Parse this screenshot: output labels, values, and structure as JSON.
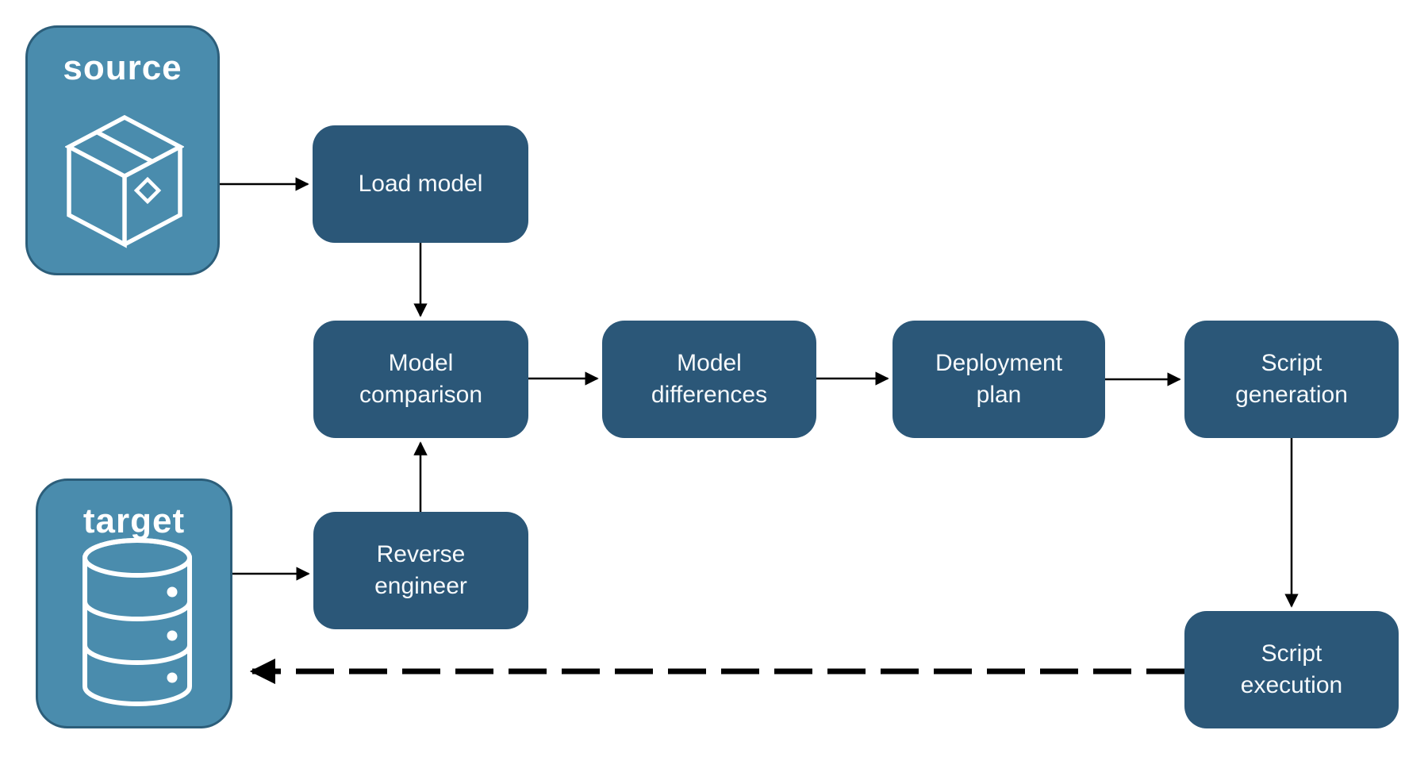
{
  "diagram": {
    "background": "#ffffff",
    "colors": {
      "endpoint_fill": "#4A8CAD",
      "endpoint_border": "#2C5E7A",
      "node_fill": "#2B5778",
      "node_text": "#FFFFFF",
      "arrow": "#000000"
    },
    "endpoints": [
      {
        "id": "source",
        "label": "source",
        "icon": "package-icon"
      },
      {
        "id": "target",
        "label": "target",
        "icon": "database-icon"
      }
    ],
    "nodes": [
      {
        "id": "load-model",
        "label": "Load model"
      },
      {
        "id": "model-comparison",
        "label": "Model comparison"
      },
      {
        "id": "model-differences",
        "label": "Model differences"
      },
      {
        "id": "deployment-plan",
        "label": "Deployment plan"
      },
      {
        "id": "script-generation",
        "label": "Script generation"
      },
      {
        "id": "reverse-engineer",
        "label": "Reverse engineer"
      },
      {
        "id": "script-execution",
        "label": "Script execution"
      }
    ],
    "edges": [
      {
        "from": "source",
        "to": "load-model",
        "style": "solid"
      },
      {
        "from": "load-model",
        "to": "model-comparison",
        "style": "solid"
      },
      {
        "from": "model-comparison",
        "to": "model-differences",
        "style": "solid"
      },
      {
        "from": "model-differences",
        "to": "deployment-plan",
        "style": "solid"
      },
      {
        "from": "deployment-plan",
        "to": "script-generation",
        "style": "solid"
      },
      {
        "from": "script-generation",
        "to": "script-execution",
        "style": "solid"
      },
      {
        "from": "target",
        "to": "reverse-engineer",
        "style": "solid"
      },
      {
        "from": "reverse-engineer",
        "to": "model-comparison",
        "style": "solid"
      },
      {
        "from": "script-execution",
        "to": "target",
        "style": "dashed"
      }
    ]
  }
}
